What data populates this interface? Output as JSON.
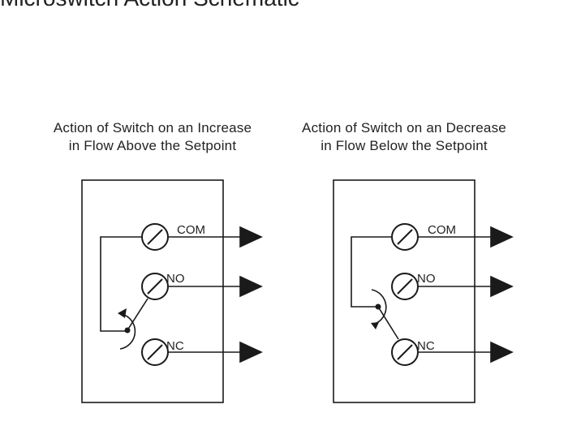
{
  "title": "Microswitch Action Schematic",
  "panels": [
    {
      "caption_line1": "Action of Switch on an Increase",
      "caption_line2": "in Flow Above the Setpoint",
      "terminals": {
        "com": "COM",
        "no": "NO",
        "nc": "NC"
      }
    },
    {
      "caption_line1": "Action of Switch on an Decrease",
      "caption_line2": "in Flow Below the Setpoint",
      "terminals": {
        "com": "COM",
        "no": "NO",
        "nc": "NC"
      }
    }
  ],
  "colors": {
    "line": "#1a1a1a",
    "background": "#ffffff"
  }
}
